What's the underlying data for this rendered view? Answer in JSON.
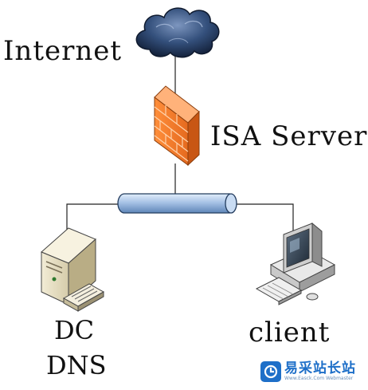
{
  "labels": {
    "internet": "Internet",
    "isa_server": "ISA Server",
    "dc": "DC",
    "dns": "DNS",
    "client": "client"
  },
  "watermark": {
    "title": "易采站长站",
    "subtitle": "Www.Easck.Com Webmaster"
  },
  "colors": {
    "cloud": "#2a3f63",
    "firewall": "#f07a2a",
    "network_bus": "#a7c3e6",
    "lines": "#222222",
    "watermark": "#1e6fc8"
  },
  "icons": [
    "cloud-icon",
    "firewall-icon",
    "network-bus-icon",
    "server-icon",
    "workstation-icon"
  ]
}
